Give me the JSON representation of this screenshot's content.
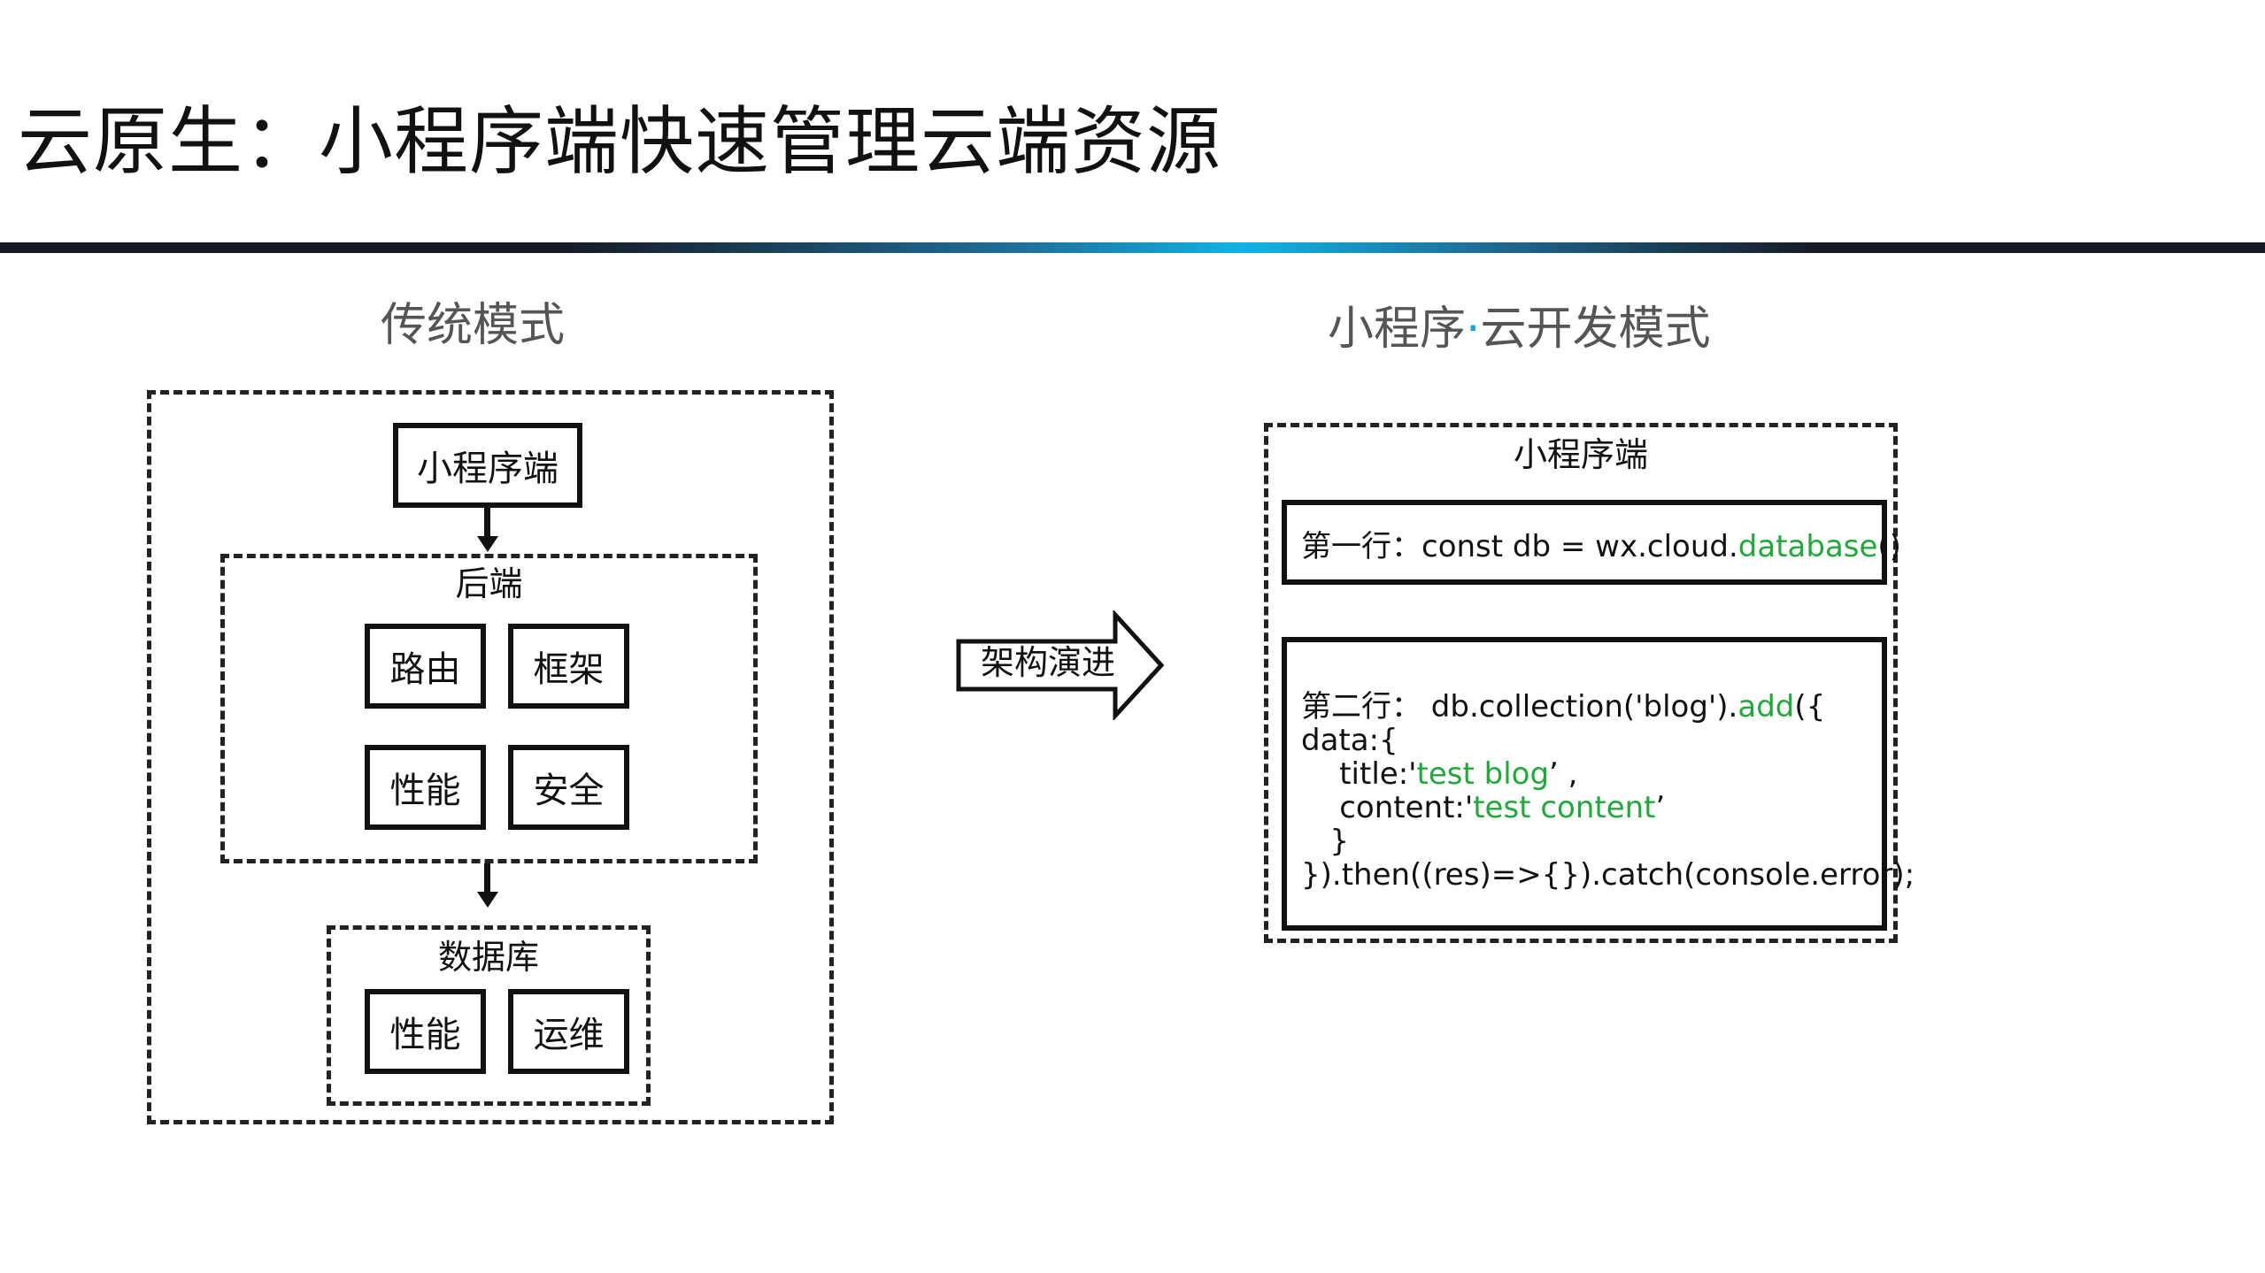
{
  "slide": {
    "title": "云原生：小程序端快速管理云端资源"
  },
  "left": {
    "heading": "传统模式",
    "client_box": "小程序端",
    "backend": {
      "label": "后端",
      "items": [
        "路由",
        "框架",
        "性能",
        "安全"
      ]
    },
    "database": {
      "label": "数据库",
      "items": [
        "性能",
        "运维"
      ]
    }
  },
  "arrow": {
    "label": "架构演进"
  },
  "right": {
    "heading_part1": "小程序",
    "heading_dot": "·",
    "heading_part2": "云开发模式",
    "client_label": "小程序端",
    "line1": {
      "prefix": "第一行：const db = wx.cloud.",
      "method": "database",
      "suffix": "()"
    },
    "line2": {
      "l1_prefix": "第二行： db.collection('blog').",
      "l1_method": "add",
      "l1_suffix": "({",
      "l2": "data:{",
      "l3_prefix": "    title:'",
      "l3_value": "test blog",
      "l3_suffix": "’ ,",
      "l4_prefix": "    content:'",
      "l4_value": "test content",
      "l4_suffix": "’",
      "l5": "   }",
      "l6": "}).then((res)=>{}).catch(console.error);"
    }
  },
  "colors": {
    "accent_blue": "#13a8e0",
    "code_green": "#22a83a",
    "border": "#111111"
  }
}
